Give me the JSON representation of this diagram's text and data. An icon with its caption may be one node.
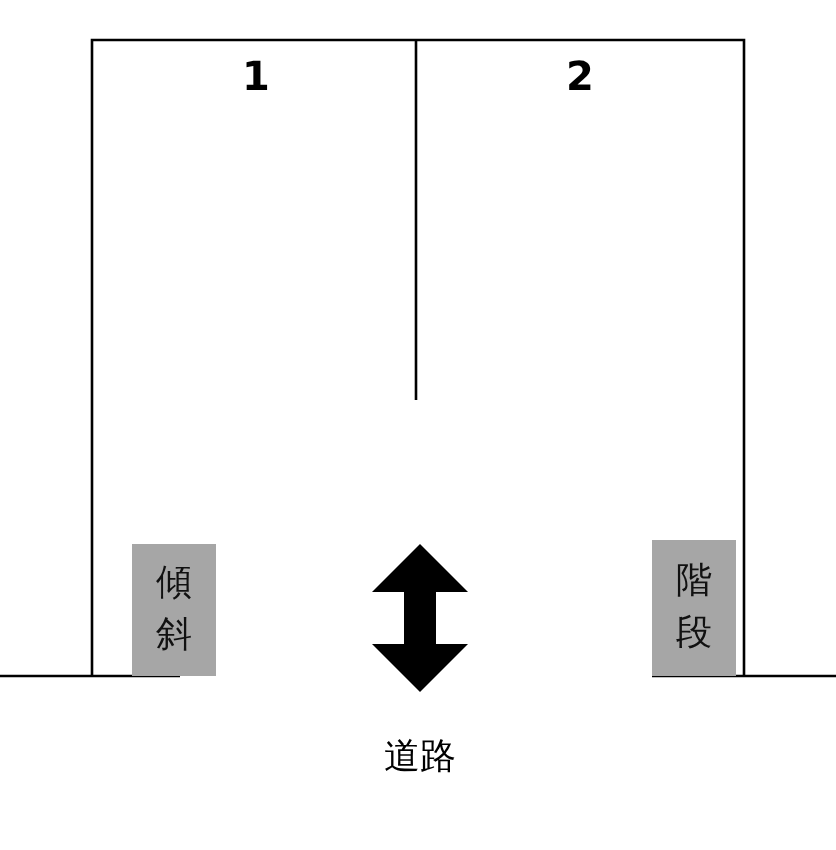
{
  "diagram": {
    "nodes": [
      {
        "text": [
          "傾斜"
        ]
      },
      {
        "text": [
          "階段"
        ]
      }
    ],
    "labels": [
      "1",
      "2",
      "道路"
    ]
  }
}
